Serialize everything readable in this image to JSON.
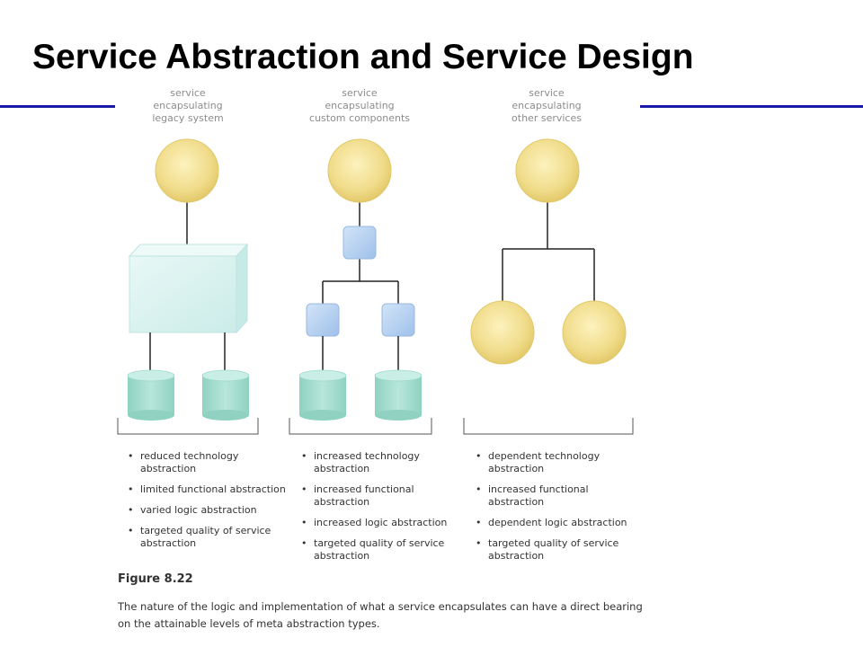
{
  "title": "Service Abstraction and Service Design",
  "columns": [
    {
      "caption": [
        "service",
        "encapsulating",
        "legacy system"
      ],
      "bullets": [
        "reduced technology abstraction",
        "limited functional abstraction",
        "varied logic abstraction",
        "targeted quality of service abstraction"
      ]
    },
    {
      "caption": [
        "service",
        "encapsulating",
        "custom components"
      ],
      "bullets": [
        "increased technology abstraction",
        "increased functional abstraction",
        "increased logic abstraction",
        "targeted quality of service abstraction"
      ]
    },
    {
      "caption": [
        "service",
        "encapsulating",
        "other services"
      ],
      "bullets": [
        "dependent technology abstraction",
        "increased functional abstraction",
        "dependent logic abstraction",
        "targeted quality of service abstraction"
      ]
    }
  ],
  "figure": {
    "label": "Figure 8.22",
    "caption": "The nature of the logic and implementation of what a service encapsulates can have a direct bearing on the attainable levels of meta abstraction types."
  },
  "colors": {
    "title_rule": "#1a1aa6",
    "service_circle": "#f0dc8a",
    "database": "#a9ddd2",
    "component": "#b4d0f0",
    "legacy_box": "#d9f1ef"
  }
}
